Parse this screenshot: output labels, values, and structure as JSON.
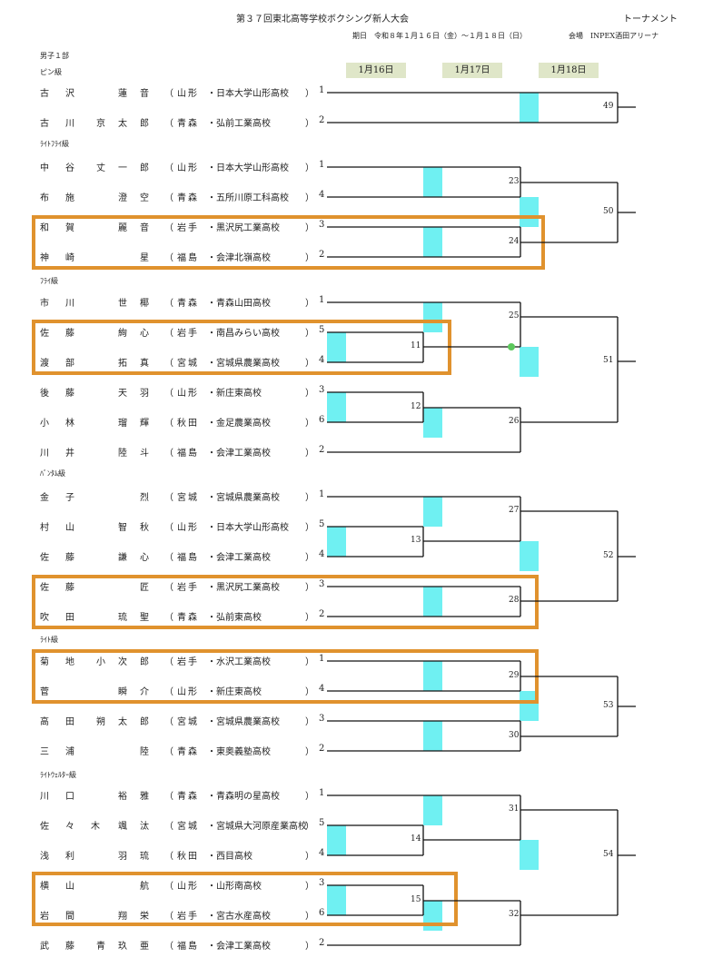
{
  "header": {
    "title": "第３７回東北高等学校ボクシング新人大会",
    "type": "トーナメント",
    "period": "期日　令和８年１月１６日（金）～１月１８日（日）",
    "venue": "会場　INPEX酒田アリーナ",
    "division": "男子１部"
  },
  "days": [
    "1月16日",
    "1月17日",
    "1月18日"
  ],
  "classes": [
    "ピン級",
    "ﾗｲﾄﾌﾗｲ級",
    "ﾌﾗｲ級",
    "ﾊﾞﾝﾀﾑ級",
    "ﾗｲﾄ級",
    "ﾗｲﾄｳｪﾙﾀｰ級"
  ],
  "rows": [
    {
      "family": "古沢",
      "given": "蓮音",
      "pref": "山形",
      "school": "・日本大学山形高校",
      "seed": "1"
    },
    {
      "family": "古川",
      "given": "京太郎",
      "pref": "青森",
      "school": "・弘前工業高校",
      "seed": "2"
    },
    {
      "family": "中谷",
      "given": "丈一郎",
      "pref": "山形",
      "school": "・日本大学山形高校",
      "seed": "1"
    },
    {
      "family": "布施",
      "given": "澄空",
      "pref": "青森",
      "school": "・五所川原工科高校",
      "seed": "4"
    },
    {
      "family": "和賀",
      "given": "麗音",
      "pref": "岩手",
      "school": "・黒沢尻工業高校",
      "seed": "3"
    },
    {
      "family": "神崎",
      "given": "星",
      "pref": "福島",
      "school": "・会津北嶺高校",
      "seed": "2"
    },
    {
      "family": "市川",
      "given": "世椰",
      "pref": "青森",
      "school": "・青森山田高校",
      "seed": "1"
    },
    {
      "family": "佐藤",
      "given": "絢心",
      "pref": "岩手",
      "school": "・南昌みらい高校",
      "seed": "5"
    },
    {
      "family": "渡部",
      "given": "拓真",
      "pref": "宮城",
      "school": "・宮城県農業高校",
      "seed": "4"
    },
    {
      "family": "後藤",
      "given": "天羽",
      "pref": "山形",
      "school": "・新庄東高校",
      "seed": "3"
    },
    {
      "family": "小林",
      "given": "瑠輝",
      "pref": "秋田",
      "school": "・金足農業高校",
      "seed": "6"
    },
    {
      "family": "川井",
      "given": "陸斗",
      "pref": "福島",
      "school": "・会津工業高校",
      "seed": "2"
    },
    {
      "family": "金子",
      "given": "烈",
      "pref": "宮城",
      "school": "・宮城県農業高校",
      "seed": "1"
    },
    {
      "family": "村山",
      "given": "智秋",
      "pref": "山形",
      "school": "・日本大学山形高校",
      "seed": "5"
    },
    {
      "family": "佐藤",
      "given": "謙心",
      "pref": "福島",
      "school": "・会津工業高校",
      "seed": "4"
    },
    {
      "family": "佐藤",
      "given": "匠",
      "pref": "岩手",
      "school": "・黒沢尻工業高校",
      "seed": "3"
    },
    {
      "family": "吹田",
      "given": "琉聖",
      "pref": "青森",
      "school": "・弘前東高校",
      "seed": "2"
    },
    {
      "family": "菊地",
      "given": "小次郎",
      "pref": "岩手",
      "school": "・水沢工業高校",
      "seed": "1"
    },
    {
      "family": "菅",
      "given": "瞬介",
      "pref": "山形",
      "school": "・新庄東高校",
      "seed": "4"
    },
    {
      "family": "高田",
      "given": "朔太郎",
      "pref": "宮城",
      "school": "・宮城県農業高校",
      "seed": "3"
    },
    {
      "family": "三浦",
      "given": "陸",
      "pref": "青森",
      "school": "・東奥義塾高校",
      "seed": "2"
    },
    {
      "family": "川口",
      "given": "裕雅",
      "pref": "青森",
      "school": "・青森明の星高校",
      "seed": "1"
    },
    {
      "family": "佐々木",
      "given": "颯汰",
      "pref": "宮城",
      "school": "・宮城県大河原産業高校",
      "seed": "5"
    },
    {
      "family": "浅利",
      "given": "羽琉",
      "pref": "秋田",
      "school": "・西目高校",
      "seed": "4"
    },
    {
      "family": "横山",
      "given": "航",
      "pref": "山形",
      "school": "・山形南高校",
      "seed": "3"
    },
    {
      "family": "岩間",
      "given": "翔栄",
      "pref": "岩手",
      "school": "・宮古水産高校",
      "seed": "6"
    },
    {
      "family": "武藤",
      "given": "青玖亜",
      "pref": "福島",
      "school": "・会津工業高校",
      "seed": "2"
    }
  ],
  "matches": [
    "49",
    "23",
    "24",
    "50",
    "11",
    "25",
    "12",
    "26",
    "51",
    "13",
    "27",
    "28",
    "52",
    "29",
    "30",
    "53",
    "14",
    "31",
    "15",
    "32",
    "54"
  ],
  "colors": {
    "highlight": "#e0922e",
    "winner": "#6ff0f2",
    "day": "#dfe6c8",
    "dot": "#5cc85c"
  }
}
